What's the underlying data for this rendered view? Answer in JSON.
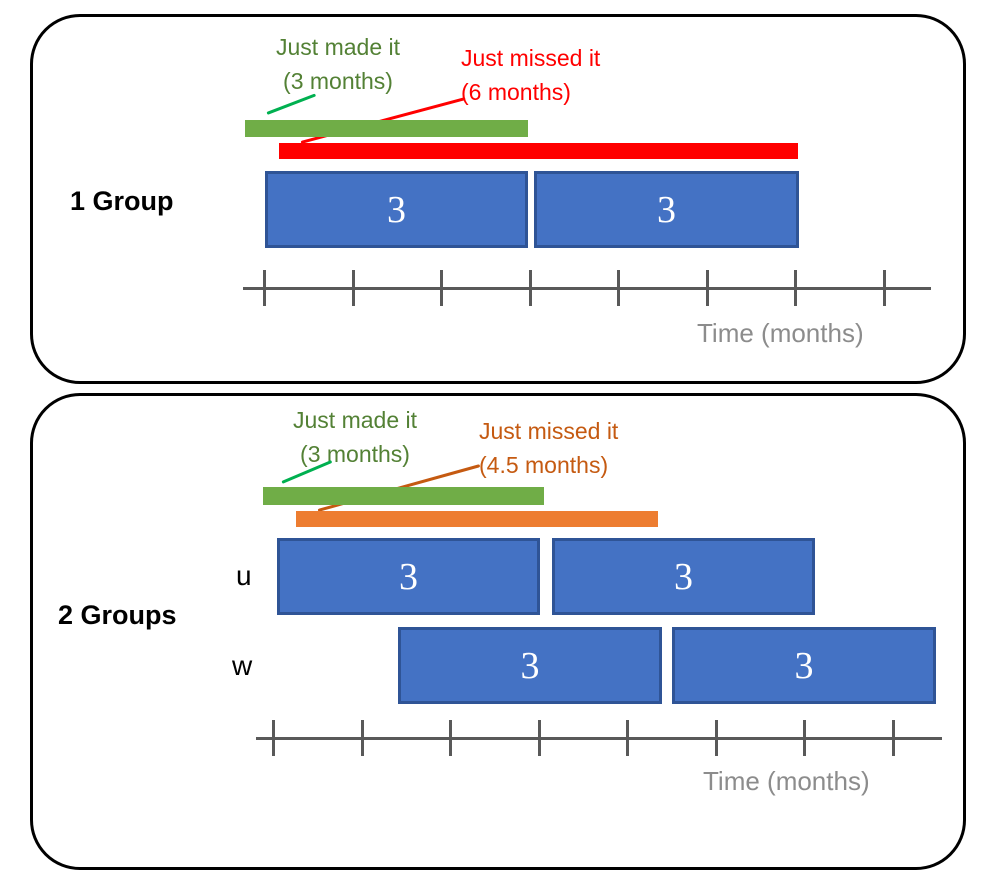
{
  "panel1": {
    "group_label": "1 Group",
    "made_it": {
      "line1": "Just made it",
      "line2": "(3 months)"
    },
    "missed_it": {
      "line1": "Just missed it",
      "line2": "(6 months)"
    },
    "segments": [
      "3",
      "3"
    ],
    "axis_label": "Time (months)"
  },
  "panel2": {
    "group_label": "2 Groups",
    "made_it": {
      "line1": "Just made it",
      "line2": "(3 months)"
    },
    "missed_it": {
      "line1": "Just missed it",
      "line2": "(4.5 months)"
    },
    "rows": [
      {
        "label": "u",
        "segments": [
          "3",
          "3"
        ]
      },
      {
        "label": "w",
        "segments": [
          "3",
          "3"
        ]
      }
    ],
    "axis_label": "Time (months)"
  },
  "colors": {
    "made_it_bar": "#70AD47",
    "made_it_text": "#538135",
    "made_it_leader": "#00B050",
    "missed_it_red": "#FF0000",
    "missed_it_orange_bar": "#ED7D31",
    "missed_it_orange_text": "#C55A11",
    "duration_box_fill": "#4472C4",
    "duration_box_border": "#2F5496",
    "axis": "#595959",
    "axis_label_text": "#8C8C8C",
    "panel_border": "#000000"
  }
}
